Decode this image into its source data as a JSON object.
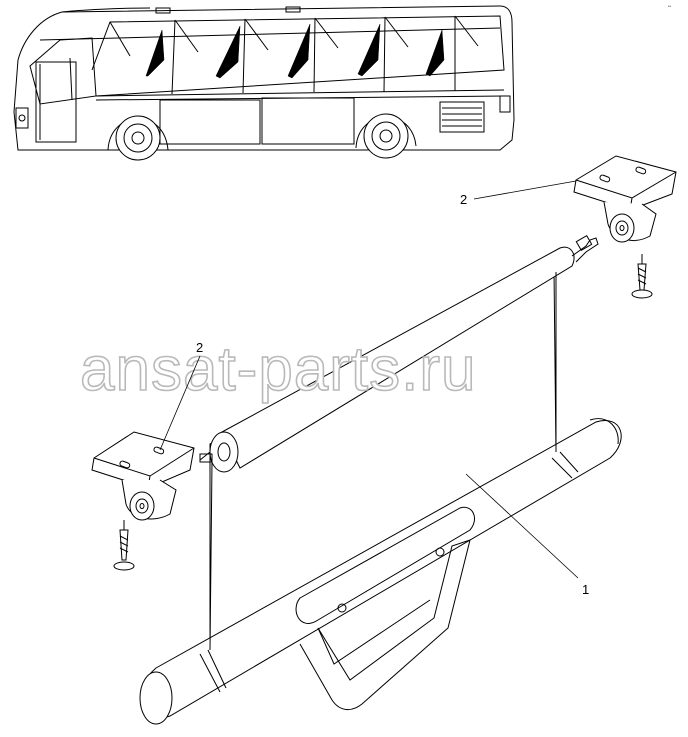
{
  "diagram": {
    "parts": [
      {
        "number": "1"
      },
      {
        "number": "2"
      },
      {
        "number": "2"
      }
    ],
    "watermark": "ansat-parts.ru",
    "corner_mark": "**"
  },
  "colors": {
    "line": "#000000",
    "background": "#ffffff",
    "watermark_outline": "#b9b9b9"
  }
}
